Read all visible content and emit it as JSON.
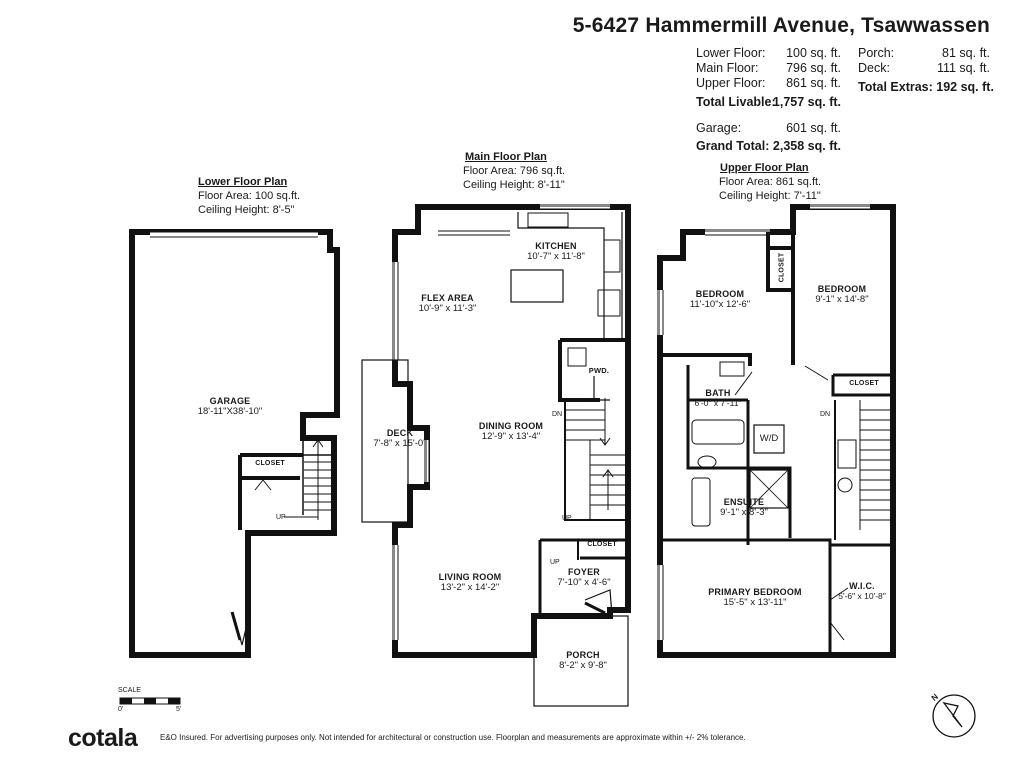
{
  "title": "5-6427 Hammermill Avenue, Tsawwassen",
  "summary": {
    "lower_label": "Lower Floor:",
    "lower_value": "100 sq. ft.",
    "main_label": "Main Floor:",
    "main_value": "796 sq. ft.",
    "upper_label": "Upper Floor:",
    "upper_value": "861 sq. ft.",
    "total_livable_label": "Total Livable:",
    "total_livable_value": "1,757 sq. ft.",
    "garage_label": "Garage:",
    "garage_value": "601 sq. ft.",
    "grand_total_label": "Grand Total:",
    "grand_total_value": "2,358 sq. ft.",
    "porch_label": "Porch:",
    "porch_value": "81 sq. ft.",
    "deck_label": "Deck:",
    "deck_value": "111 sq. ft.",
    "total_extras": "Total Extras: 192 sq. ft."
  },
  "plans": {
    "lower": {
      "heading": "Lower Floor Plan",
      "area": "Floor Area: 100 sq.ft.",
      "ceiling": "Ceiling Height: 8'-5\""
    },
    "main": {
      "heading": "Main Floor Plan",
      "area": "Floor Area: 796 sq.ft.",
      "ceiling": "Ceiling Height: 8'-11\""
    },
    "upper": {
      "heading": "Upper Floor Plan",
      "area": "Floor Area: 861 sq.ft.",
      "ceiling": "Ceiling Height: 7'-11\""
    }
  },
  "rooms": {
    "garage": {
      "name": "GARAGE",
      "dim": "18'-11\"X38'-10\""
    },
    "lower_closet": {
      "name": "CLOSET"
    },
    "kitchen": {
      "name": "KITCHEN",
      "dim": "10'-7\" x 11'-8\""
    },
    "flex": {
      "name": "FLEX AREA",
      "dim": "10'-9\" x 11'-3\""
    },
    "pwd": {
      "name": "PWD."
    },
    "deck": {
      "name": "DECK",
      "dim": "7'-8\" x 15'-0\""
    },
    "dining": {
      "name": "DINING ROOM",
      "dim": "12'-9\" x 13'-4\""
    },
    "living": {
      "name": "LIVING ROOM",
      "dim": "13'-2\" x 14'-2\""
    },
    "main_closet": {
      "name": "CLOSET"
    },
    "foyer": {
      "name": "FOYER",
      "dim": "7'-10\" x 4'-6\""
    },
    "porch": {
      "name": "PORCH",
      "dim": "8'-2\" x 9'-8\""
    },
    "bedroom1": {
      "name": "BEDROOM",
      "dim": "11'-10\"x 12'-6\""
    },
    "upper_closet_v": {
      "name": "CLOSET"
    },
    "bedroom2": {
      "name": "BEDROOM",
      "dim": "9'-1\" x 14'-8\""
    },
    "upper_closet": {
      "name": "CLOSET"
    },
    "bath": {
      "name": "BATH",
      "dim": "6'-0\" x 7'-11\""
    },
    "wd": {
      "name": "W/D"
    },
    "ensuite": {
      "name": "ENSUITE",
      "dim": "9'-1\" x 8'-3\""
    },
    "primary": {
      "name": "PRIMARY BEDROOM",
      "dim": "15'-5\" x 13'-11\""
    },
    "wic": {
      "name": "W.I.C.",
      "dim": "5'-6\" x 10'-8\""
    }
  },
  "stairs": {
    "up": "UP",
    "dn": "DN"
  },
  "scale": {
    "label": "SCALE",
    "zero": "0'",
    "five": "5'"
  },
  "compass": {
    "n": "N"
  },
  "footer": {
    "logo": "cotala",
    "disclaimer": "E&O Insured. For advertising purposes only. Not intended for architectural or construction use. Floorplan and measurements are approximate within +/- 2% tolerance."
  }
}
